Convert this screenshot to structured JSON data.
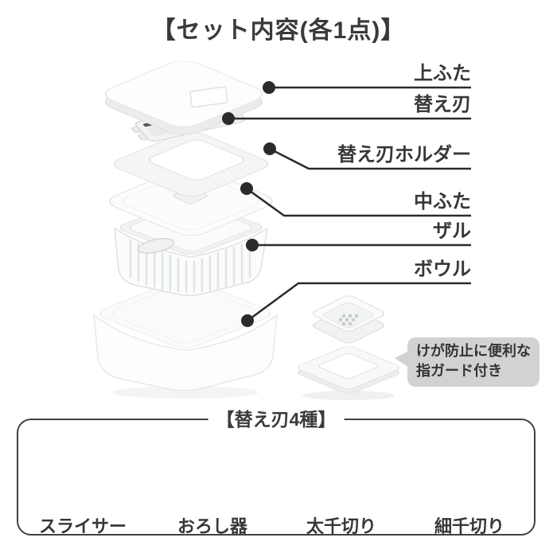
{
  "page": {
    "title": "【セット内容(各1点)】"
  },
  "parts": {
    "top_lid": "上ふた",
    "replacement_blade": "替え刃",
    "blade_holder": "替え刃ホルダー",
    "middle_lid": "中ふた",
    "colander": "ザル",
    "bowl": "ボウル"
  },
  "callout": {
    "text": "けが防止に便利な\n指ガード付き"
  },
  "blade_section": {
    "title": "【替え刃4種】",
    "items": [
      {
        "label": "スライサー"
      },
      {
        "label": "おろし器"
      },
      {
        "label": "太千切り"
      },
      {
        "label": "細千切り"
      }
    ]
  },
  "colors": {
    "text": "#3a3a3a",
    "leader_line": "#2b2b2b",
    "callout_bg": "#d2d2d2",
    "box_border": "#414141",
    "blade_strip": "#54585a",
    "teeth": "#6d7a70",
    "band": "#99a0a2"
  }
}
